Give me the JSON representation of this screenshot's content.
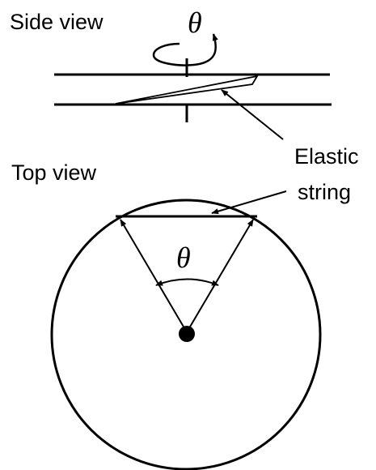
{
  "labels": {
    "side_view": "Side view",
    "top_view": "Top view",
    "elastic": "Elastic",
    "string": "string",
    "theta_side": "θ",
    "theta_top": "θ"
  },
  "colors": {
    "ink": "#000000",
    "background": "#ffffff"
  }
}
